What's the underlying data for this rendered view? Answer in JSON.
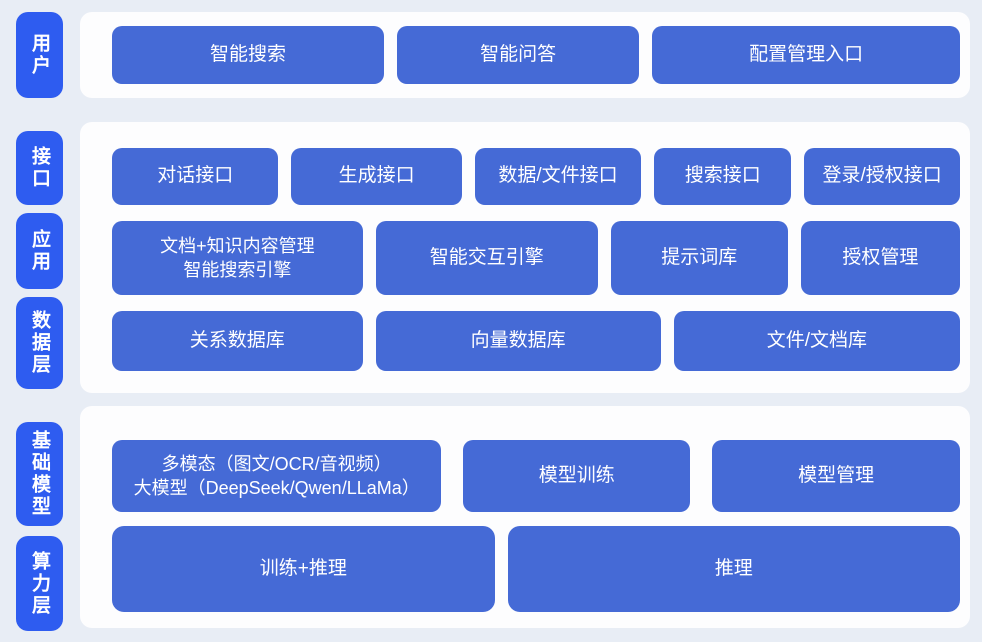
{
  "colors": {
    "background": "#e8edf5",
    "panel": "#fdfdfe",
    "pill": "#2e5cf0",
    "button": "#456ad6",
    "text": "#ffffff"
  },
  "sections": [
    {
      "name": "user-layer",
      "pills": [
        {
          "label": "用户"
        }
      ],
      "rows": [
        {
          "buttons": [
            {
              "label": "智能搜索"
            },
            {
              "label": "智能问答"
            },
            {
              "label": "配置管理入口"
            }
          ]
        }
      ]
    },
    {
      "name": "interface-application-data-layers",
      "pills": [
        {
          "label": "接口"
        },
        {
          "label": "应用"
        },
        {
          "label": "数据层"
        }
      ],
      "rows": [
        {
          "buttons": [
            {
              "label": "对话接口"
            },
            {
              "label": "生成接口"
            },
            {
              "label": "数据/文件接口"
            },
            {
              "label": "搜索接口"
            },
            {
              "label": "登录/授权接口"
            }
          ]
        },
        {
          "buttons": [
            {
              "label": "文档+知识内容管理",
              "label2": "智能搜索引擎"
            },
            {
              "label": "智能交互引擎"
            },
            {
              "label": "提示词库"
            },
            {
              "label": "授权管理"
            }
          ]
        },
        {
          "buttons": [
            {
              "label": "关系数据库"
            },
            {
              "label": "向量数据库"
            },
            {
              "label": "文件/文档库"
            }
          ]
        }
      ]
    },
    {
      "name": "foundation-model-compute-layers",
      "pills": [
        {
          "label": "基础模型"
        },
        {
          "label": "算力层"
        }
      ],
      "rows": [
        {
          "buttons": [
            {
              "label": "多模态（图文/OCR/音视频）",
              "label2": "大模型（DeepSeek/Qwen/LLaMa）"
            },
            {
              "label": "模型训练"
            },
            {
              "label": "模型管理"
            }
          ]
        },
        {
          "buttons": [
            {
              "label": "训练+推理"
            },
            {
              "label": "推理"
            }
          ]
        }
      ]
    }
  ]
}
